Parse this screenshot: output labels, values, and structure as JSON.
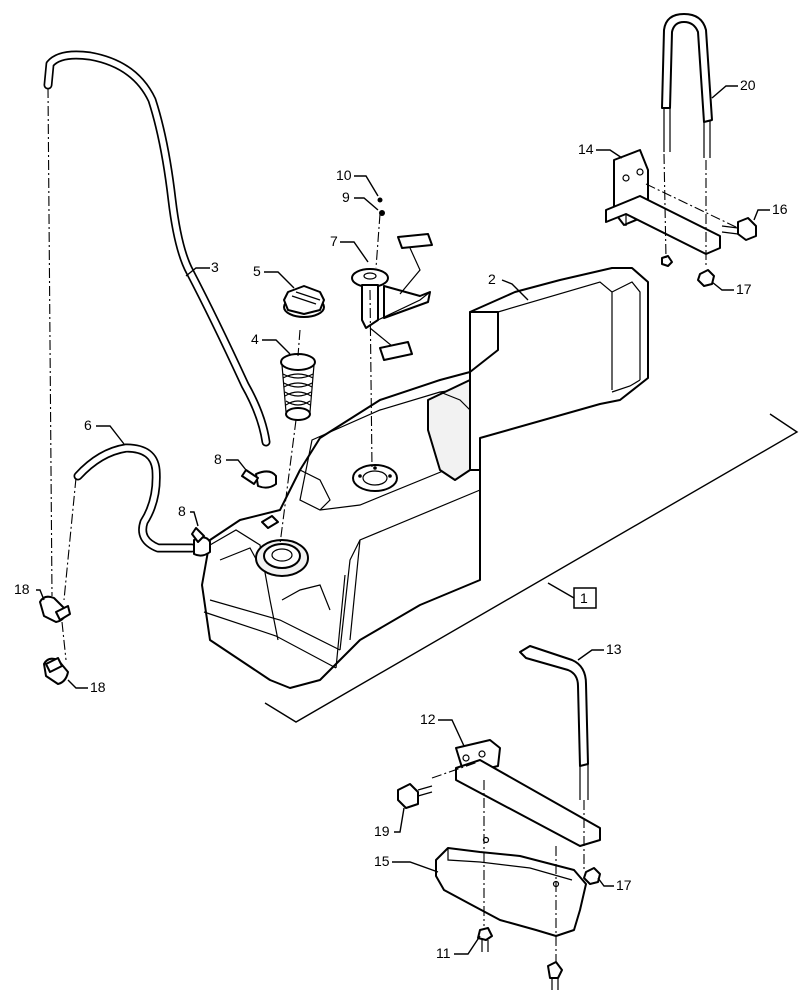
{
  "diagram": {
    "assembly_label": "1",
    "callouts": [
      {
        "id": "c1",
        "text": "2"
      },
      {
        "id": "c2",
        "text": "3"
      },
      {
        "id": "c3",
        "text": "4"
      },
      {
        "id": "c4",
        "text": "5"
      },
      {
        "id": "c5",
        "text": "6"
      },
      {
        "id": "c6",
        "text": "7"
      },
      {
        "id": "c7",
        "text": "8"
      },
      {
        "id": "c8",
        "text": "8"
      },
      {
        "id": "c9",
        "text": "9"
      },
      {
        "id": "c10",
        "text": "10"
      },
      {
        "id": "c11",
        "text": "11"
      },
      {
        "id": "c12",
        "text": "12"
      },
      {
        "id": "c13",
        "text": "13"
      },
      {
        "id": "c14",
        "text": "14"
      },
      {
        "id": "c15",
        "text": "15"
      },
      {
        "id": "c16",
        "text": "16"
      },
      {
        "id": "c17",
        "text": "17"
      },
      {
        "id": "c18",
        "text": "17"
      },
      {
        "id": "c19",
        "text": "18"
      },
      {
        "id": "c20",
        "text": "18"
      },
      {
        "id": "c21",
        "text": "19"
      },
      {
        "id": "c22",
        "text": "20"
      }
    ]
  }
}
